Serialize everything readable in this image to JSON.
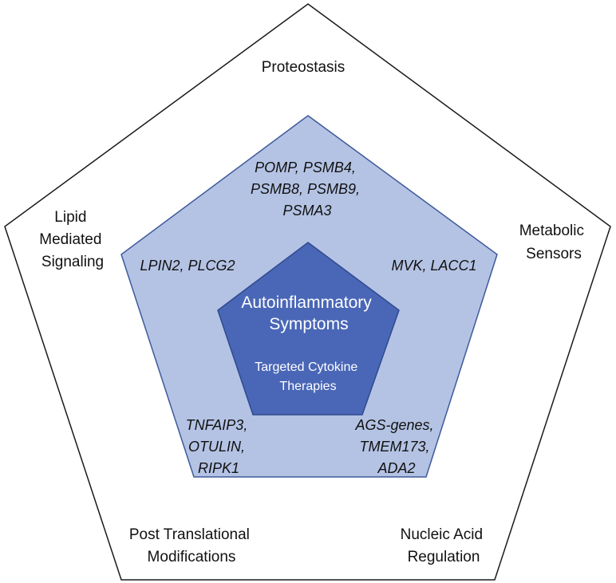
{
  "colors": {
    "outer_fill": "#ffffff",
    "outer_stroke": "#1a1a1a",
    "middle_fill": "#b4c3e4",
    "middle_stroke": "#3e5a9a",
    "inner_fill": "#4a67b7",
    "inner_stroke": "#2f4a8f"
  },
  "categories": {
    "top": [
      "Proteostasis"
    ],
    "upper_left": [
      "Lipid",
      "Mediated",
      "Signaling"
    ],
    "upper_right": [
      "Metabolic",
      "Sensors"
    ],
    "lower_left": [
      "Post Translational",
      "Modifications"
    ],
    "lower_right": [
      "Nucleic Acid",
      "Regulation"
    ]
  },
  "genes": {
    "top": [
      "POMP, PSMB4,",
      "PSMB8, PSMB9,",
      "PSMA3"
    ],
    "left": [
      "LPIN2, PLCG2"
    ],
    "right": [
      "MVK, LACC1"
    ],
    "lower_left": [
      "TNFAIP3,",
      "OTULIN,",
      "RIPK1"
    ],
    "lower_right": [
      "AGS-genes,",
      "TMEM173,",
      "ADA2"
    ]
  },
  "core": {
    "title": [
      "Autoinflammatory",
      "Symptoms"
    ],
    "subtitle": [
      "Targeted Cytokine",
      "Therapies"
    ]
  }
}
